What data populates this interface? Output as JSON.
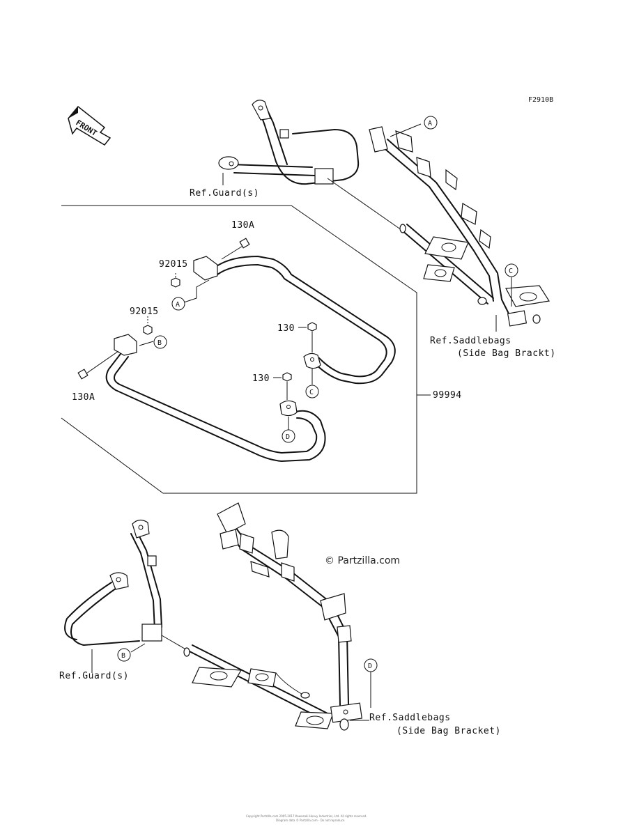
{
  "diagram": {
    "figure_code": "F2910B",
    "front_label": "FRONT",
    "top_assembly": {
      "guard_ref": "Ref.Guard(s)",
      "saddlebag_ref_line1": "Ref.Saddlebags",
      "saddlebag_ref_line2": "(Side Bag Brackt)",
      "callout_a": "A",
      "callout_c": "C"
    },
    "kit": {
      "kit_number": "99994",
      "bolt_upper": "130A",
      "bolt_lower": "130A",
      "nut_upper": "92015",
      "nut_lower": "92015",
      "screw_c": "130",
      "screw_d": "130",
      "callout_a": "A",
      "callout_b": "B",
      "callout_c": "C",
      "callout_d": "D"
    },
    "bottom_assembly": {
      "guard_ref": "Ref.Guard(s)",
      "saddlebag_ref_line1": "Ref.Saddlebags",
      "saddlebag_ref_line2": "(Side Bag Bracket)",
      "callout_b": "B",
      "callout_d": "D"
    },
    "watermark": "© Partzilla.com",
    "footer_line1": "Copyright Partzilla.com 2005-2017 Kawasaki Heavy Industries, Ltd. All rights reserved.",
    "footer_line2": "Diagram data © Partzilla.com - Do not reproduce"
  }
}
